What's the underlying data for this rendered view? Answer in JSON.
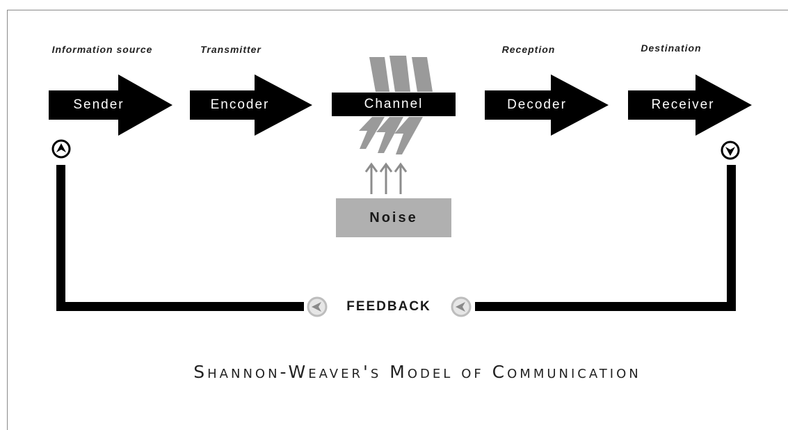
{
  "diagram": {
    "roles": [
      {
        "id": "information-source",
        "label": "Information source"
      },
      {
        "id": "transmitter",
        "label": "Transmitter"
      },
      {
        "id": "reception",
        "label": "Reception"
      },
      {
        "id": "destination",
        "label": "Destination"
      }
    ],
    "stages": [
      {
        "id": "sender",
        "label": "Sender"
      },
      {
        "id": "encoder",
        "label": "Encoder"
      },
      {
        "id": "channel",
        "label": "Channel"
      },
      {
        "id": "decoder",
        "label": "Decoder"
      },
      {
        "id": "receiver",
        "label": "Receiver"
      }
    ],
    "noise": {
      "label": "Noise"
    },
    "feedback": {
      "label": "FEEDBACK"
    },
    "title": "Shannon-Weaver's Model of Communication"
  },
  "colors": {
    "block": "#000000",
    "noise": "#b0b0b0",
    "noise_arrows": "#8c8c8c",
    "feedback_icon": "#c8c8c8"
  },
  "icons": [
    "up-chevron-icon",
    "down-chevron-icon",
    "left-chevron-icon",
    "lightning-bolt-icon"
  ]
}
